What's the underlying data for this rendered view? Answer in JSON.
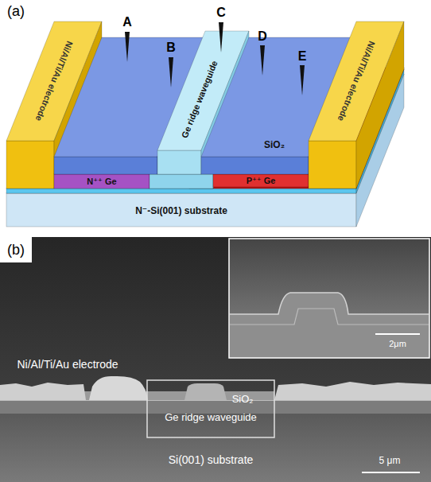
{
  "diagram": {
    "labels": [
      "(a)",
      "A",
      "B",
      "C",
      "D",
      "E",
      "Ni/Al/Ti/Au electrode",
      "Ni/Al/Ti/Au electrode",
      "N⁺⁺ Ge",
      "Ge ridge waveguide",
      "SiO₂",
      "P⁺⁺ Ge",
      "N⁻-Si(001) substrate",
      "(b)",
      "2μm",
      "Ni/Al/Ti/Au electrode",
      "SiO₂",
      "Ge ridge waveguide",
      "Si(001) substrate",
      "5 μm"
    ]
  }
}
